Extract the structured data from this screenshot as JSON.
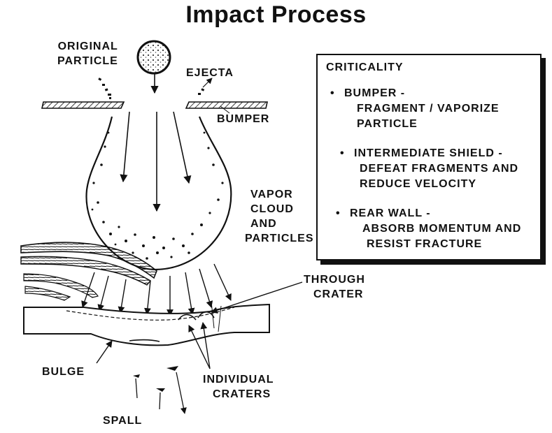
{
  "title": "Impact Process",
  "labels": {
    "original_particle": [
      "ORIGINAL",
      "PARTICLE"
    ],
    "ejecta": "EJECTA",
    "bumper": "BUMPER",
    "vapor_cloud": [
      "VAPOR",
      "CLOUD",
      "AND",
      "PARTICLES"
    ],
    "through_crater": [
      "THROUGH",
      "CRATER"
    ],
    "bulge": "BULGE",
    "individual_craters": [
      "INDIVIDUAL",
      "CRATERS"
    ],
    "spall": "SPALL"
  },
  "criticality": {
    "heading": "CRITICALITY",
    "items": [
      {
        "bullet": "•",
        "title": "BUMPER  -",
        "detail": "FRAGMENT / VAPORIZE",
        "detail2": "PARTICLE"
      },
      {
        "bullet": "•",
        "title": "INTERMEDIATE SHIELD  -",
        "detail": "DEFEAT FRAGMENTS AND",
        "detail2": "REDUCE VELOCITY"
      },
      {
        "bullet": "•",
        "title": "REAR WALL  -",
        "detail": "ABSORB MOMENTUM AND",
        "detail2": "RESIST FRACTURE"
      }
    ]
  }
}
